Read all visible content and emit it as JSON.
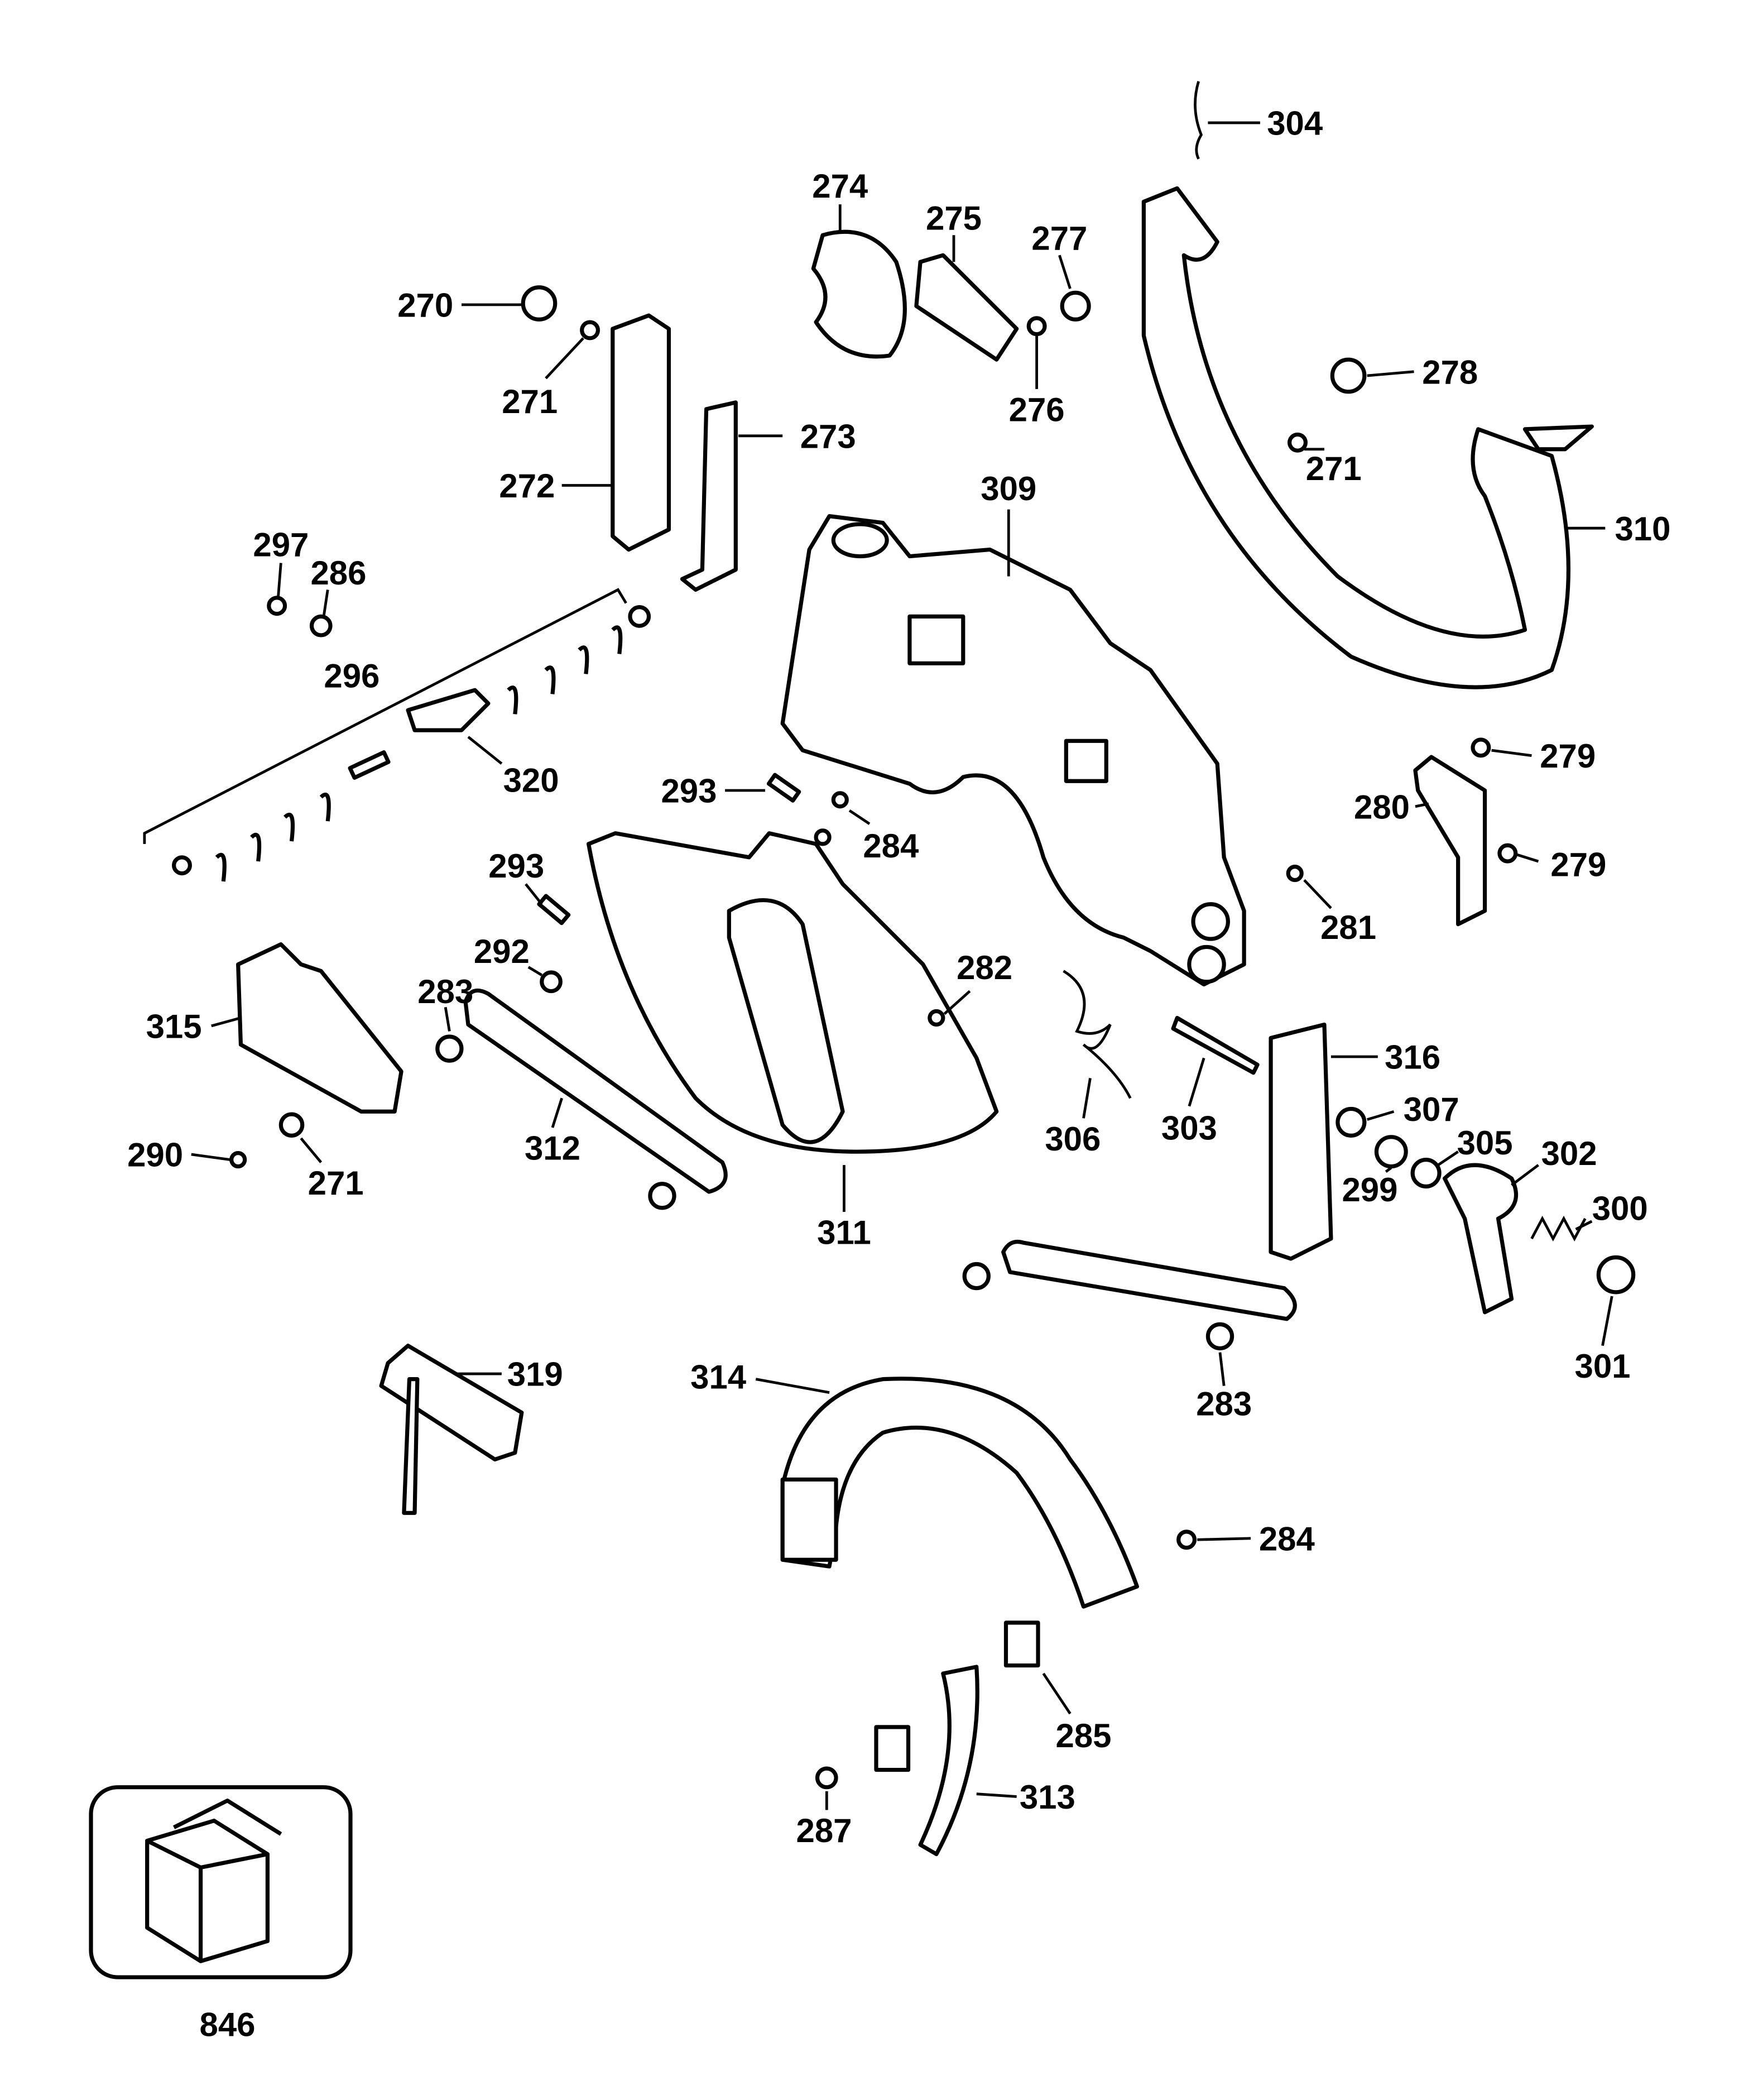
{
  "diagram": {
    "type": "exploded parts diagram",
    "labels": [
      "304",
      "274",
      "275",
      "277",
      "270",
      "278",
      "271",
      "276",
      "273",
      "271",
      "272",
      "309",
      "310",
      "297",
      "286",
      "296",
      "279",
      "320",
      "293",
      "280",
      "284",
      "279",
      "293",
      "281",
      "292",
      "282",
      "283",
      "315",
      "316",
      "307",
      "303",
      "306",
      "305",
      "302",
      "312",
      "290",
      "271",
      "299",
      "300",
      "311",
      "301",
      "319",
      "314",
      "283",
      "284",
      "285",
      "313",
      "287",
      "846"
    ]
  }
}
